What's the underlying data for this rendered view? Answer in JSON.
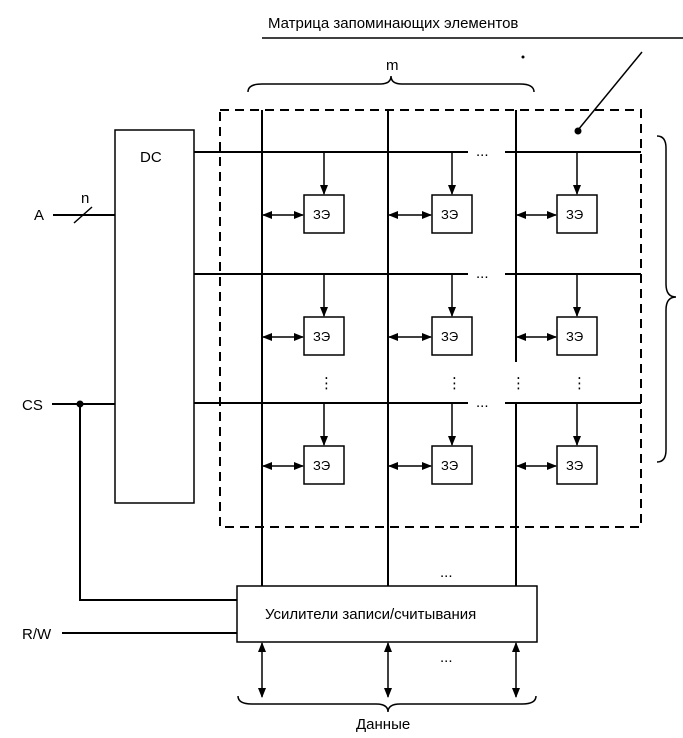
{
  "diagram": {
    "matrix_label": "Матрица запоминающих элементов",
    "columns_label": "m",
    "decoder_label": "DC",
    "address_label": "A",
    "address_width_label": "n",
    "chip_select_label": "CS",
    "read_write_label": "R/W",
    "amplifier_label": "Усилители записи/считывания",
    "data_label": "Данные",
    "cell_label": "ЗЭ",
    "ellipsis_h": "...",
    "ellipsis_v": "⋮"
  }
}
